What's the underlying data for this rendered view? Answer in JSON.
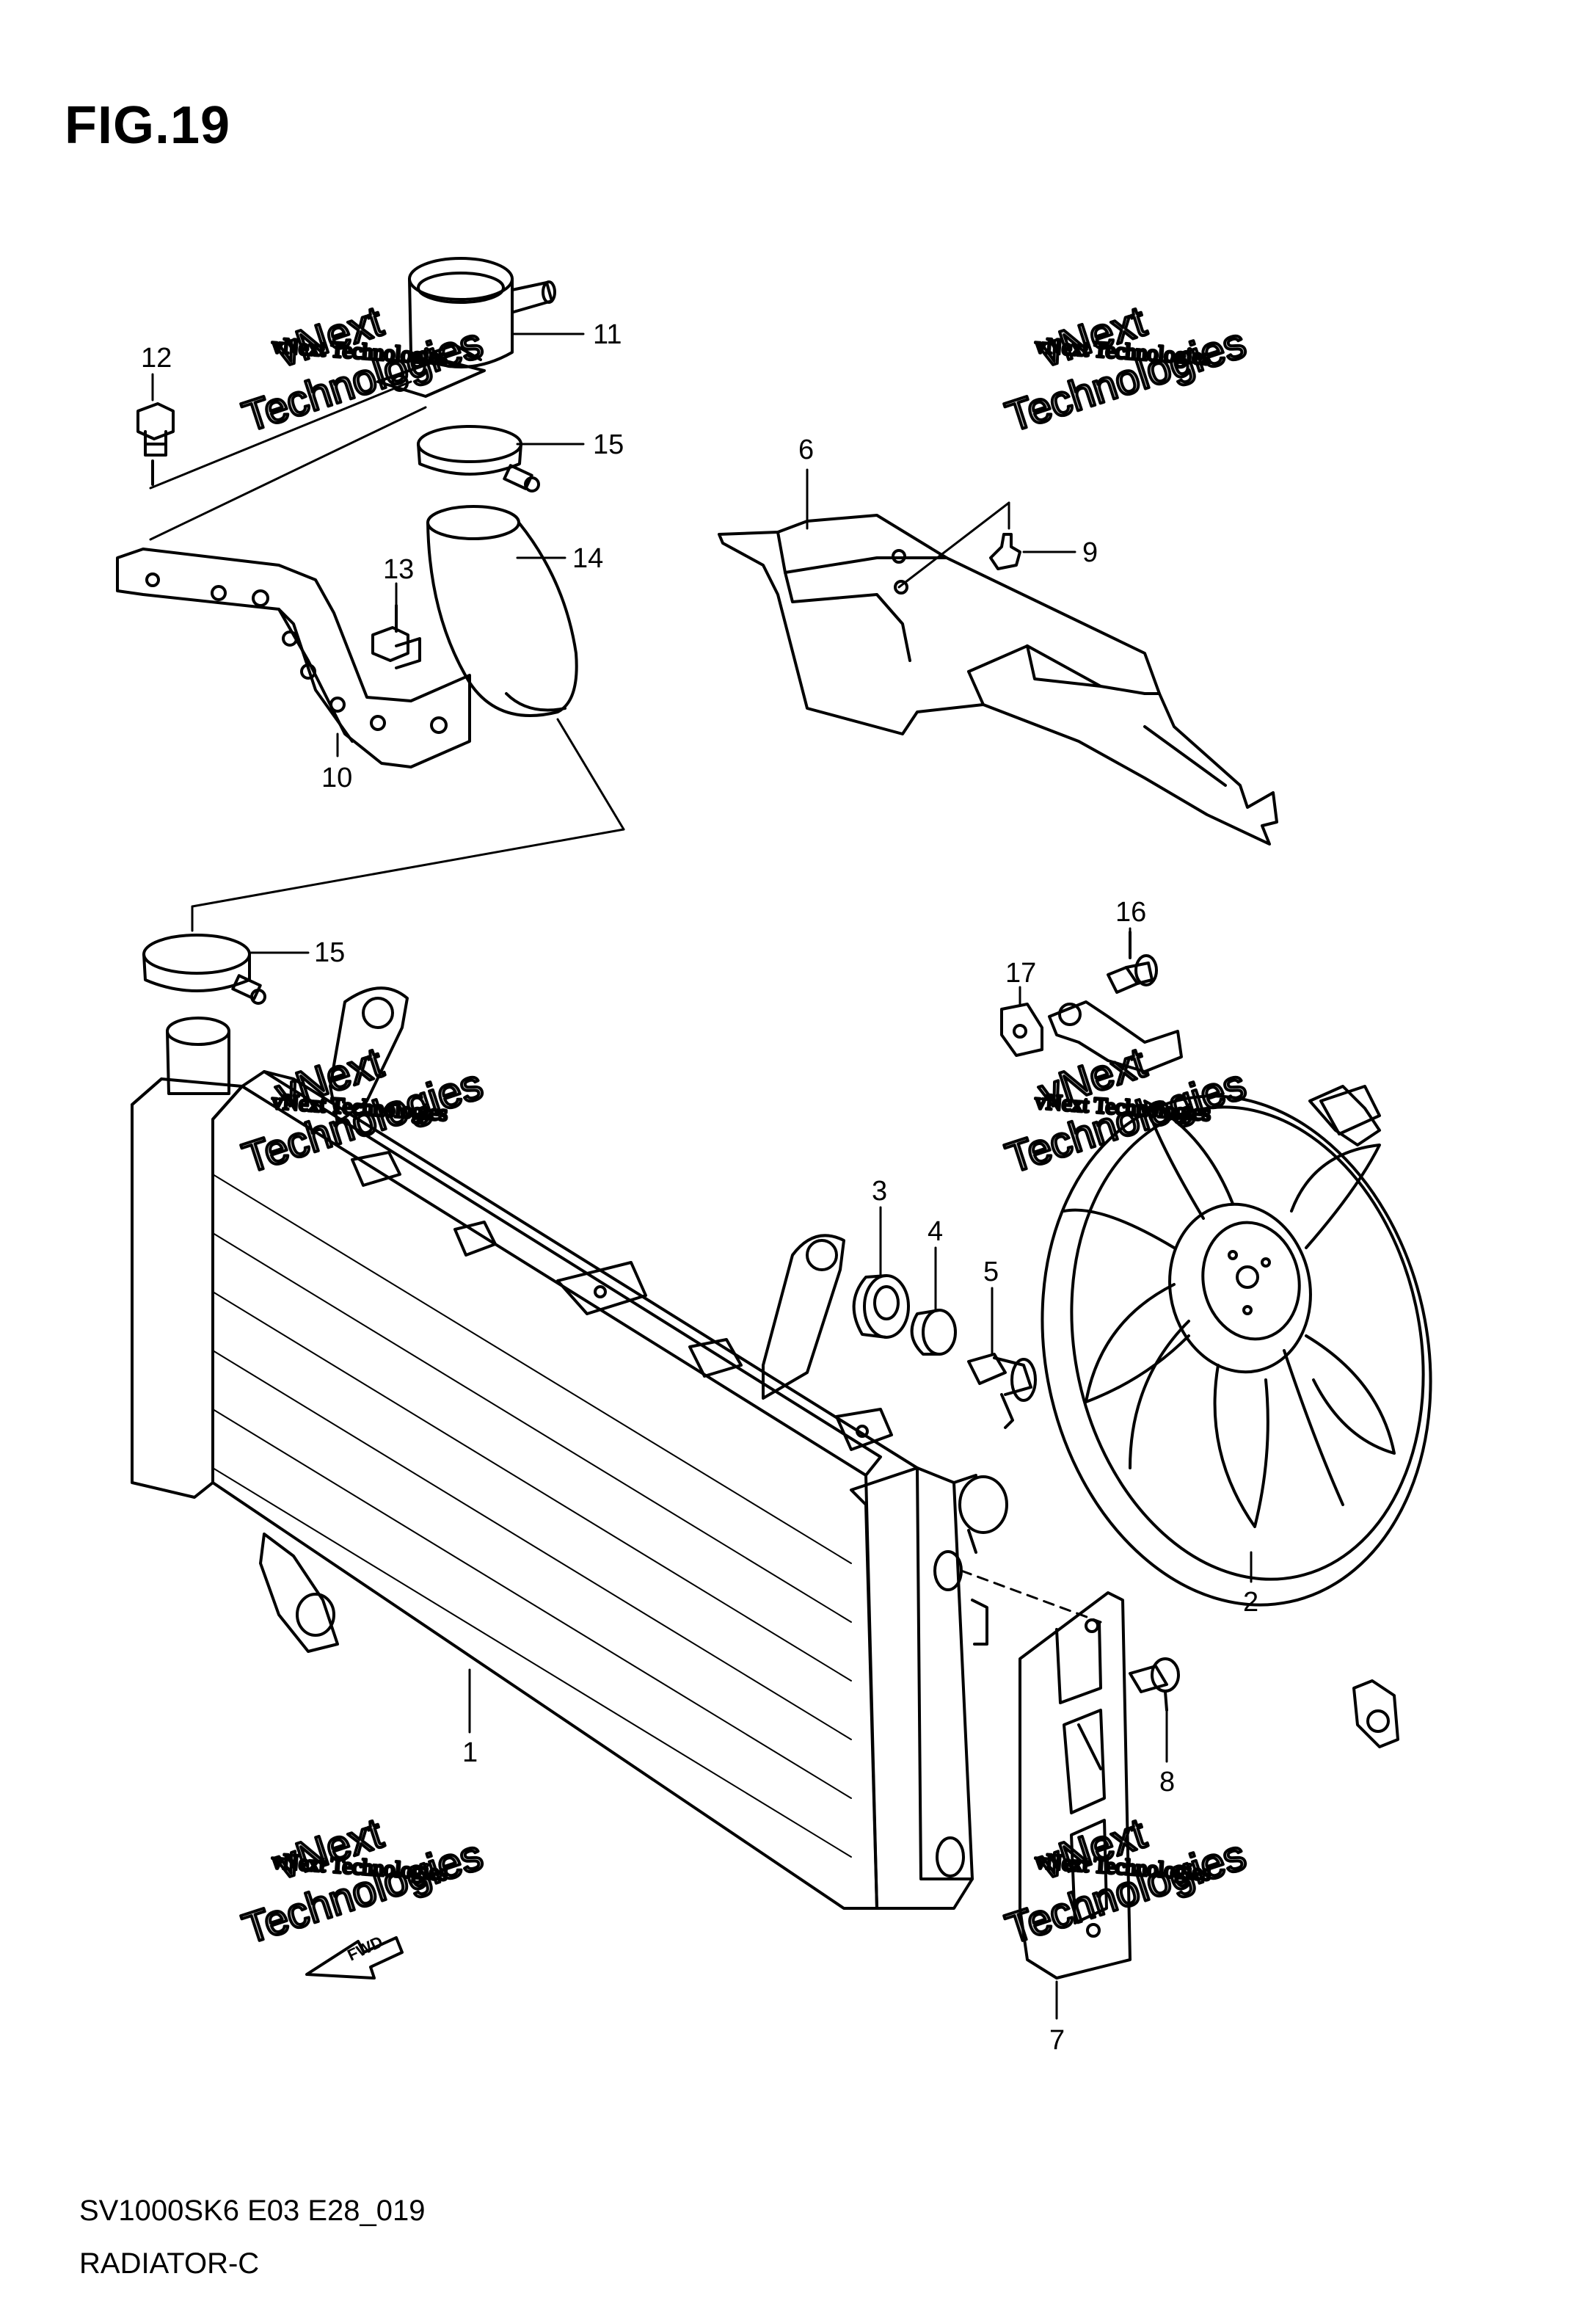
{
  "figure": {
    "title": "FIG.19",
    "footer_code": "SV1000SK6 E03 E28_019",
    "footer_name": "RADIATOR-C"
  },
  "watermark": {
    "line1": "vNext Technologies",
    "line2": "vNext",
    "line3": "Technologies"
  },
  "fwd_label": "FWD",
  "callouts": [
    {
      "id": "1",
      "label": "1"
    },
    {
      "id": "2",
      "label": "2"
    },
    {
      "id": "3",
      "label": "3"
    },
    {
      "id": "4",
      "label": "4"
    },
    {
      "id": "5",
      "label": "5"
    },
    {
      "id": "6",
      "label": "6"
    },
    {
      "id": "7",
      "label": "7"
    },
    {
      "id": "8",
      "label": "8"
    },
    {
      "id": "9",
      "label": "9"
    },
    {
      "id": "10",
      "label": "10"
    },
    {
      "id": "11",
      "label": "11"
    },
    {
      "id": "12",
      "label": "12"
    },
    {
      "id": "13",
      "label": "13"
    },
    {
      "id": "14",
      "label": "14"
    },
    {
      "id": "15a",
      "label": "15"
    },
    {
      "id": "15b",
      "label": "15"
    },
    {
      "id": "16",
      "label": "16"
    },
    {
      "id": "17",
      "label": "17"
    }
  ]
}
